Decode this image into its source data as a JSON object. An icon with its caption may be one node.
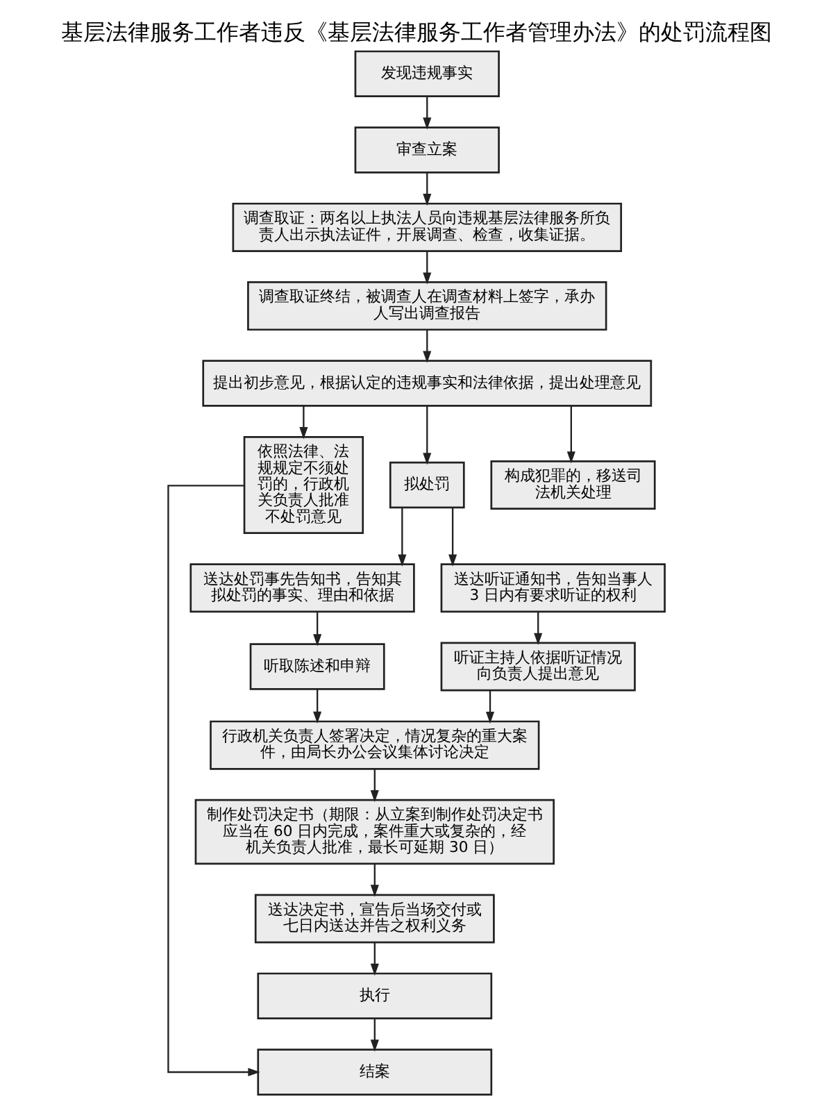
{
  "diagram": {
    "title": "基层法律服务工作者违反《基层法律服务工作者管理办法》的处罚流程图",
    "nodes": [
      {
        "text": [
          "发现违规事实"
        ]
      },
      {
        "text": [
          "审查立案"
        ]
      },
      {
        "text": [
          "调查取证：两名以上执法人员向违规基层法律服务所负责人出示执法证件，开展调查、检查，收集证据。"
        ]
      },
      {
        "text": [
          "调查取证终结，被调查人在调查材料上签字，承办人写出调查报告"
        ]
      },
      {
        "text": [
          "提出初步意见，根据认定的违规事实和法律依据，提出处理意见"
        ]
      },
      {
        "text": [
          "依照法律、法规规定不须处罚的，行政机关负责人批准不处罚意见"
        ]
      },
      {
        "text": [
          "拟处罚"
        ]
      },
      {
        "text": [
          "构成犯罪的，移送司法机关处理"
        ]
      },
      {
        "text": [
          "送达处罚事先告知书，告知其拟处罚的事实、理由和依据"
        ]
      },
      {
        "text": [
          "送达听证通知书，告知当事人 3 日内有要求听证的权利"
        ]
      },
      {
        "text": [
          "听取陈述和申辩"
        ]
      },
      {
        "text": [
          "听证主持人依据听证情况向负责人提出意见"
        ]
      },
      {
        "text": [
          "行政机关负责人签署决定，情况复杂的重大案件，由局长办公会议集体讨论决定"
        ]
      },
      {
        "text": [
          "制作处罚决定书（期限：从立案到制作处罚决定书应当在 60 日内完成，案件重大或复杂的，经机关负责人批准，最长可延期 30 日）"
        ]
      },
      {
        "text": [
          "送达决定书，宣告后当场交付或七日内送达并告之权利义务"
        ]
      },
      {
        "text": [
          "执行"
        ]
      },
      {
        "text": [
          "结案"
        ]
      }
    ],
    "edges": [
      {
        "from": 0,
        "to": 1,
        "arrow": "to"
      },
      {
        "from": 1,
        "to": 2,
        "arrow": "to"
      },
      {
        "from": 2,
        "to": 3,
        "arrow": "to"
      },
      {
        "from": 3,
        "to": 4,
        "arrow": "to"
      },
      {
        "from": 4,
        "to": 5,
        "arrow": "to"
      },
      {
        "from": 4,
        "to": 6,
        "arrow": "to"
      },
      {
        "from": 4,
        "to": 7,
        "arrow": "to"
      },
      {
        "from": 6,
        "to": 8,
        "arrow": "to"
      },
      {
        "from": 6,
        "to": 9,
        "arrow": "to"
      },
      {
        "from": 8,
        "to": 10,
        "arrow": "to"
      },
      {
        "from": 9,
        "to": 11,
        "arrow": "to"
      },
      {
        "from": 10,
        "to": 12,
        "arrow": "to"
      },
      {
        "from": 11,
        "to": 12,
        "arrow": "to"
      },
      {
        "from": 12,
        "to": 13,
        "arrow": "to"
      },
      {
        "from": 13,
        "to": 14,
        "arrow": "to"
      },
      {
        "from": 14,
        "to": 15,
        "arrow": "to"
      },
      {
        "from": 15,
        "to": 16,
        "arrow": "to"
      },
      {
        "from": 5,
        "to": 16,
        "arrow": "to"
      }
    ]
  }
}
